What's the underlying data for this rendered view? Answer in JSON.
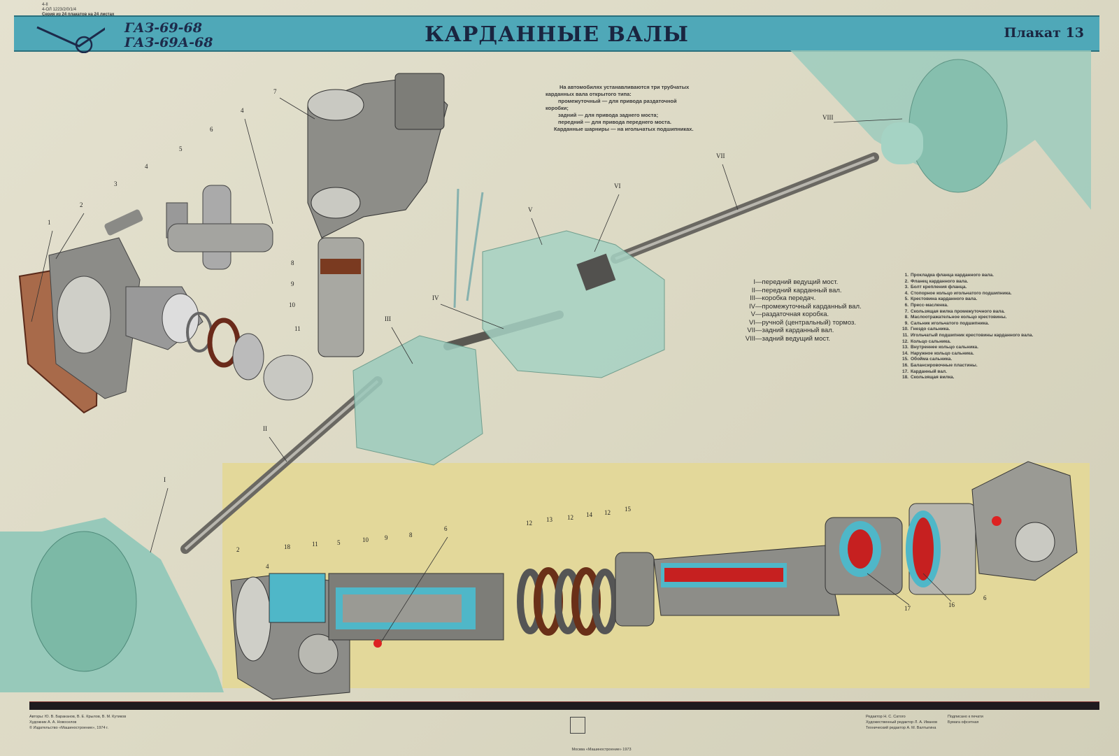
{
  "top_notes": [
    "4-II",
    "4-ОЛ 1223/2/0/1/4",
    "Серия из 24 плакатов на 24 листах"
  ],
  "header": {
    "model_line1": "ГАЗ-69-68",
    "model_line2": "ГАЗ-69А-68",
    "title": "КАРДАННЫЕ ВАЛЫ",
    "poster": "Плакат 13",
    "logo": "gaz-deer-logo"
  },
  "intro": [
    "На автомобилях устанавливаются три трубчатых карданных вала открытого типа:",
    "промежуточный — для привода раздаточной коробки;",
    "задний — для привода заднего моста;",
    "передний — для привода переднего моста.",
    "Карданные шарниры — на игольчатых подшипниках."
  ],
  "roman_legend": [
    {
      "n": "I",
      "t": "передний ведущий мост."
    },
    {
      "n": "II",
      "t": "передний карданный вал."
    },
    {
      "n": "III",
      "t": "коробка передач."
    },
    {
      "n": "IV",
      "t": "промежуточный карданный вал."
    },
    {
      "n": "V",
      "t": "раздаточная коробка."
    },
    {
      "n": "VI",
      "t": "ручной (центральный) тормоз."
    },
    {
      "n": "VII",
      "t": "задний карданный вал."
    },
    {
      "n": "VIII",
      "t": "задний ведущий мост."
    }
  ],
  "parts_legend": [
    {
      "n": "1.",
      "t": "Прокладка фланца карданного вала."
    },
    {
      "n": "2.",
      "t": "Фланец карданного вала."
    },
    {
      "n": "3.",
      "t": "Болт крепления фланца."
    },
    {
      "n": "4.",
      "t": "Стопорное кольцо игольчатого подшипника."
    },
    {
      "n": "5.",
      "t": "Крестовина карданного вала."
    },
    {
      "n": "6.",
      "t": "Пресс-масленка."
    },
    {
      "n": "7.",
      "t": "Скользящая вилка промежуточного вала."
    },
    {
      "n": "8.",
      "t": "Маслоотражательное кольцо крестовины."
    },
    {
      "n": "9.",
      "t": "Сальник игольчатого подшипника."
    },
    {
      "n": "10.",
      "t": "Гнездо сальника."
    },
    {
      "n": "11.",
      "t": "Игольчатый подшипник крестовины карданного вала."
    },
    {
      "n": "12.",
      "t": "Кольцо сальника."
    },
    {
      "n": "13.",
      "t": "Внутреннее кольцо сальника."
    },
    {
      "n": "14.",
      "t": "Наружное кольцо сальника."
    },
    {
      "n": "15.",
      "t": "Обойма сальника."
    },
    {
      "n": "16.",
      "t": "Балансировочные пластины."
    },
    {
      "n": "17.",
      "t": "Карданный вал."
    },
    {
      "n": "18.",
      "t": "Скользящая вилка."
    }
  ],
  "callouts": {
    "exploded": [
      "1",
      "2",
      "3",
      "4",
      "5",
      "6",
      "4",
      "7",
      "8",
      "9",
      "10",
      "11"
    ],
    "assembly": [
      "VIII",
      "VII",
      "VI",
      "V",
      "IV",
      "III",
      "II",
      "I"
    ],
    "section": [
      "2",
      "4",
      "18",
      "11",
      "5",
      "10",
      "9",
      "8",
      "6",
      "12",
      "13",
      "12",
      "14",
      "12",
      "15",
      "17",
      "16",
      "6"
    ]
  },
  "footer": {
    "authors": "Авторы: Ю. В. Бараканов, В. Е. Крылов, В. М. Кутиков",
    "artist": "Художник А. А. Новоселов",
    "copyright": "© Издательство «Машиностроение», 1974 г.",
    "publisher": "Москва «Машиностроение» 1973",
    "editors": [
      "Редактор Н. С. Сатого",
      "Художественный редактор Л. А. Иванов",
      "Технический редактор А. М. Валтыгина"
    ],
    "print_info": [
      "Подписано к печати",
      "Бумага офсетная"
    ]
  },
  "colors": {
    "header": "#4fa8b8",
    "panel": "#e3d89a",
    "housing": "#8fc7b8",
    "section_cut": "#4fb7c8",
    "seal": "#7a3a20"
  }
}
